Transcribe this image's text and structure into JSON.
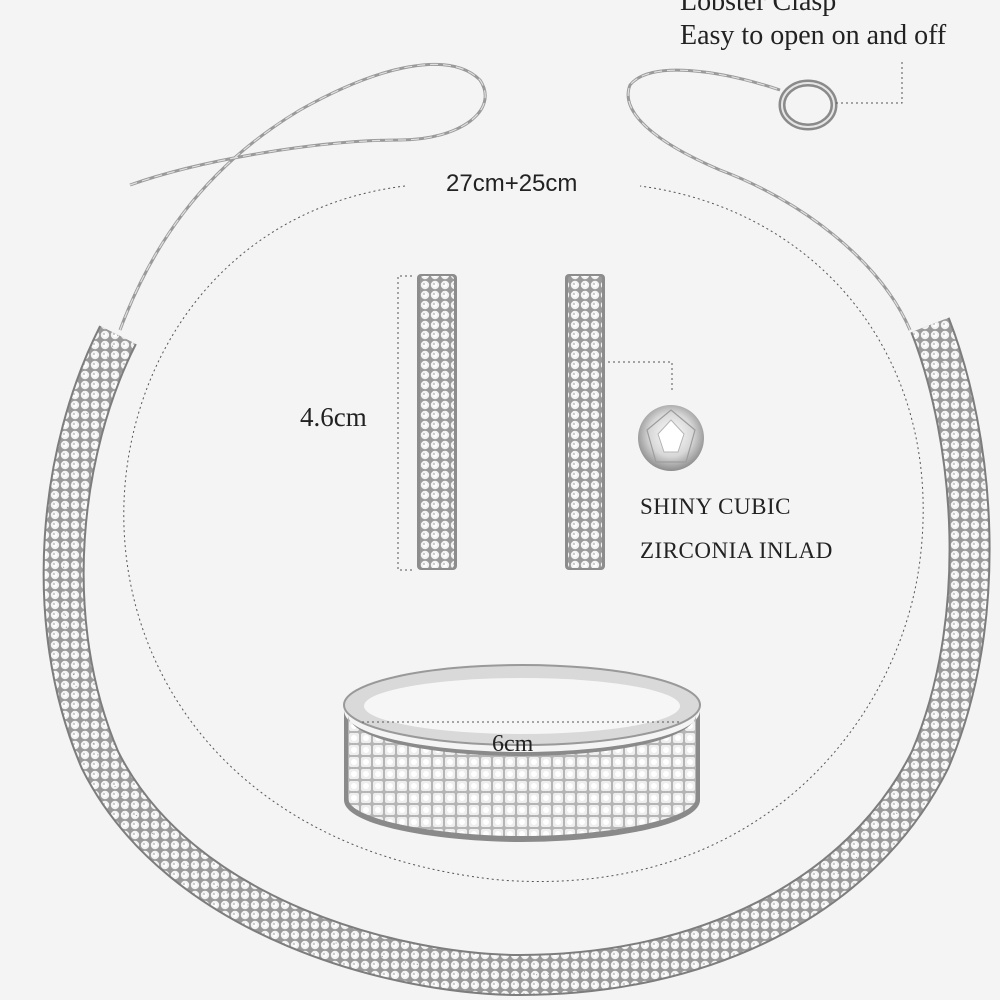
{
  "image": {
    "background": "#f4f4f4",
    "subject": "Rhinestone jewelry set"
  },
  "labels": {
    "clasp_title": "Lobster Clasp",
    "clasp_desc": "Easy to open on and off",
    "necklace_length": "27cm+25cm",
    "earring_height": "4.6cm",
    "gem_line1": "SHINY CUBIC",
    "gem_line2": "ZIRCONIA INLAD",
    "bracelet_width": "6cm"
  },
  "colors": {
    "silver": "#c8c8c8",
    "silver_dark": "#8a8a8a",
    "text": "#222222",
    "dotted": "#555555"
  }
}
